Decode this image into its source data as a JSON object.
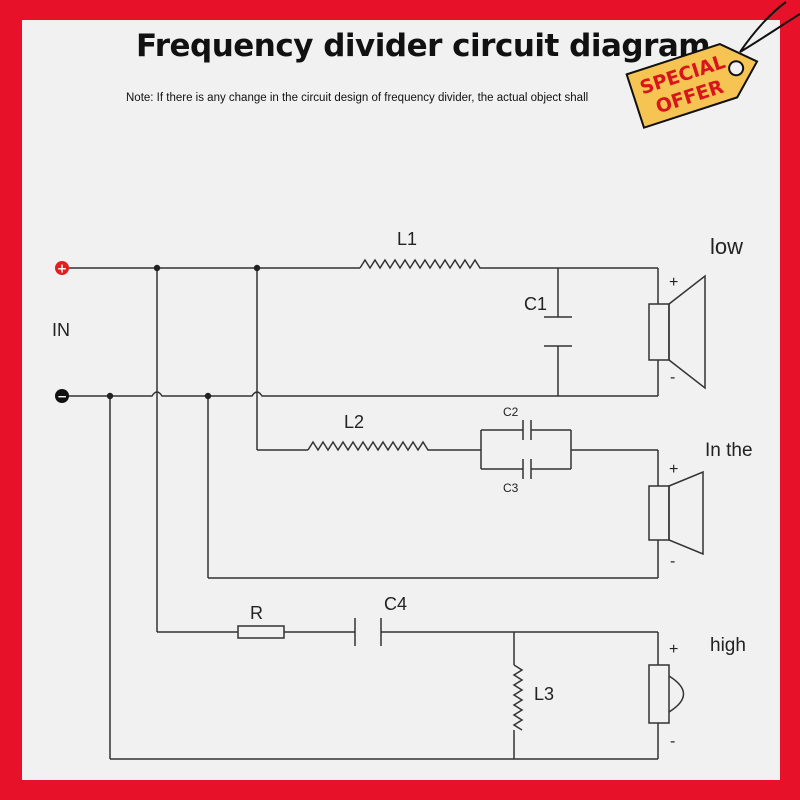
{
  "title": "Frequency divider circuit diagram",
  "note": "Note: If there is any change in the circuit design of frequency divider, the actual object shall",
  "badge": {
    "line1": "SPECIAL",
    "line2": "OFFER"
  },
  "labels": {
    "in": "IN",
    "plus_symbol": "+",
    "minus_symbol": "−",
    "l1": "L1",
    "l2": "L2",
    "l3": "L3",
    "c1": "C1",
    "c2": "C2",
    "c3": "C3",
    "c4": "C4",
    "r": "R",
    "low": "low",
    "mid": "In the",
    "high": "high",
    "spk_plus": "+",
    "spk_minus": "-"
  },
  "colors": {
    "frame": "#e8112a",
    "badge": "#f6c453",
    "badge_text": "#d8141c",
    "positive_terminal": "#e02020",
    "wire": "#333333"
  }
}
